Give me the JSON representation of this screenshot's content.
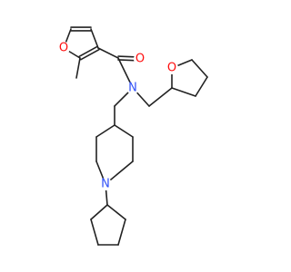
{
  "molecule": {
    "atom_labels": {
      "furan_oxygen": "O",
      "carbonyl_oxygen": "O",
      "amide_nitrogen": "N",
      "thf_oxygen": "O",
      "piperidine_nitrogen": "N"
    },
    "colors": {
      "oxygen": "#ff0d0d",
      "nitrogen": "#3050f8",
      "bond": "#222222"
    }
  }
}
